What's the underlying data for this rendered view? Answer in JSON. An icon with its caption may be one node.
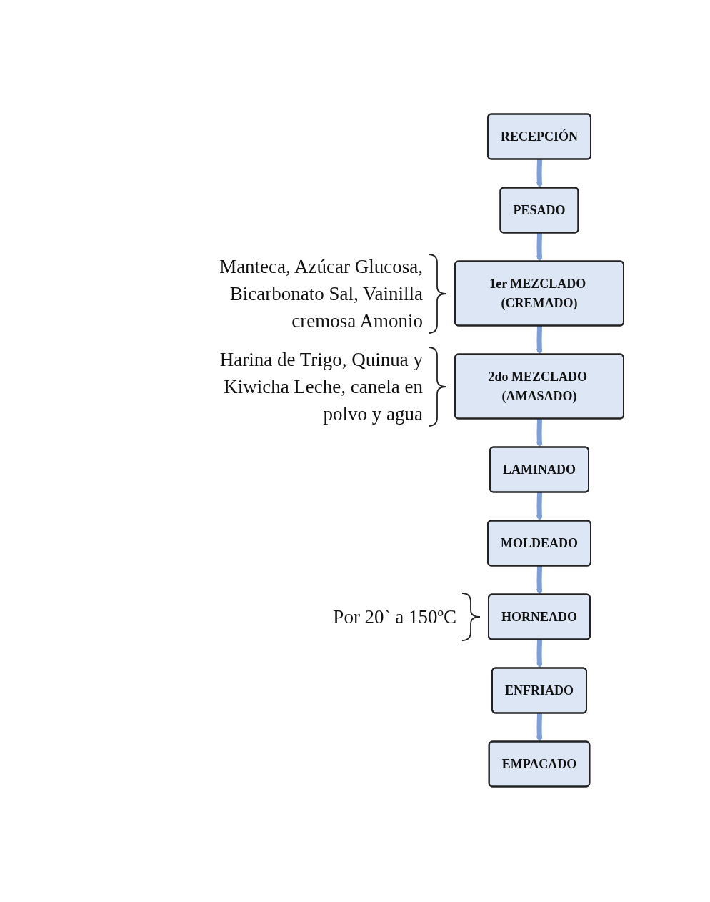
{
  "diagram": {
    "nodes": [
      {
        "text": [
          "RECEPCIÓN"
        ]
      },
      {
        "text": [
          "PESADO"
        ]
      },
      {
        "text": [
          "1er MEZCLADO (CREMADO)"
        ],
        "beside": [
          "Manteca, Azúcar Glucosa, Bicarbonato Sal, Vainilla cremosa Amonio"
        ]
      },
      {
        "text": [
          "2do MEZCLADO (AMASADO)"
        ],
        "beside": [
          "Harina de Trigo, Quinua y Kiwicha Leche, canela en polvo y agua"
        ]
      },
      {
        "text": [
          "LAMINADO"
        ]
      },
      {
        "text": [
          "MOLDEADO"
        ]
      },
      {
        "text": [
          "HORNEADO"
        ],
        "beside": [
          "Por 20` a 150ºC"
        ]
      },
      {
        "text": [
          "ENFRIADO"
        ]
      },
      {
        "text": [
          "EMPACADO"
        ]
      }
    ],
    "edges": [
      {
        "from": 0,
        "to": 1,
        "arrow": "to"
      },
      {
        "from": 1,
        "to": 2,
        "arrow": "to"
      },
      {
        "from": 2,
        "to": 3,
        "arrow": "to"
      },
      {
        "from": 3,
        "to": 4,
        "arrow": "to"
      },
      {
        "from": 4,
        "to": 5,
        "arrow": "to"
      },
      {
        "from": 5,
        "to": 6,
        "arrow": "to"
      },
      {
        "from": 6,
        "to": 7,
        "arrow": "to"
      },
      {
        "from": 7,
        "to": 8,
        "arrow": "to"
      }
    ]
  }
}
